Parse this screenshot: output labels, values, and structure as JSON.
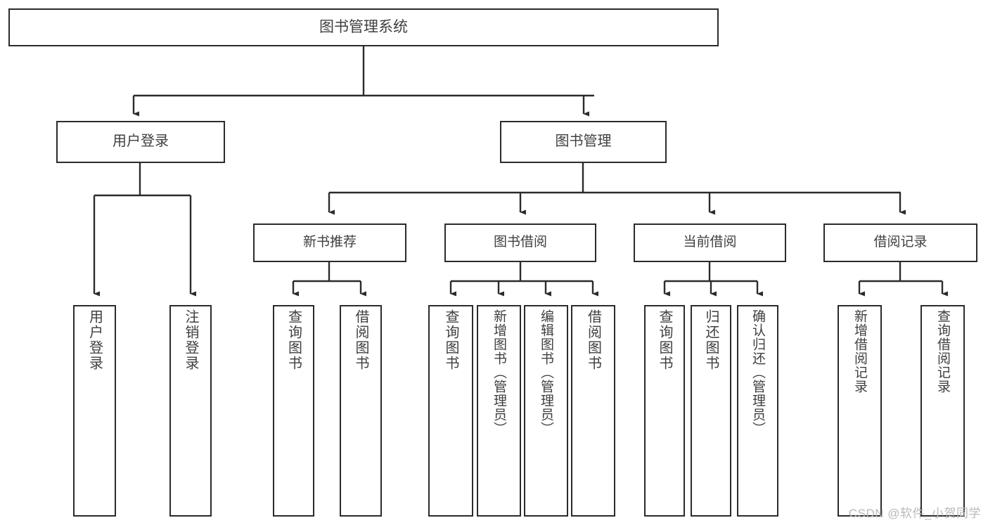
{
  "diagram": {
    "title": "图书管理系统",
    "type": "tree-hierarchy-chart",
    "watermark": "CSDN @软件_小贺同学",
    "colors": {
      "stroke": "#2b2b2b",
      "text": "#3f3f3f",
      "background": "#ffffff",
      "watermark": "#b9b9b9"
    },
    "nodes": {
      "root": {
        "label": "图书管理系统"
      },
      "level2": [
        {
          "label": "用户登录"
        },
        {
          "label": "图书管理"
        }
      ],
      "level3": [
        {
          "label": "新书推荐"
        },
        {
          "label": "图书借阅"
        },
        {
          "label": "当前借阅"
        },
        {
          "label": "借阅记录"
        }
      ],
      "leaves": {
        "user_login": [
          {
            "label": "用户登录"
          },
          {
            "label": "注销登录"
          }
        ],
        "new_book_recommend": [
          {
            "label": "查询图书"
          },
          {
            "label": "借阅图书"
          }
        ],
        "book_borrow": [
          {
            "label": "查询图书"
          },
          {
            "label": "新增图书（管理员）"
          },
          {
            "label": "编辑图书（管理员）"
          },
          {
            "label": "借阅图书"
          }
        ],
        "current_borrow": [
          {
            "label": "查询图书"
          },
          {
            "label": "归还图书"
          },
          {
            "label": "确认归还（管理员）"
          }
        ],
        "borrow_record": [
          {
            "label": "新增借阅记录"
          },
          {
            "label": "查询借阅记录"
          }
        ]
      }
    }
  }
}
